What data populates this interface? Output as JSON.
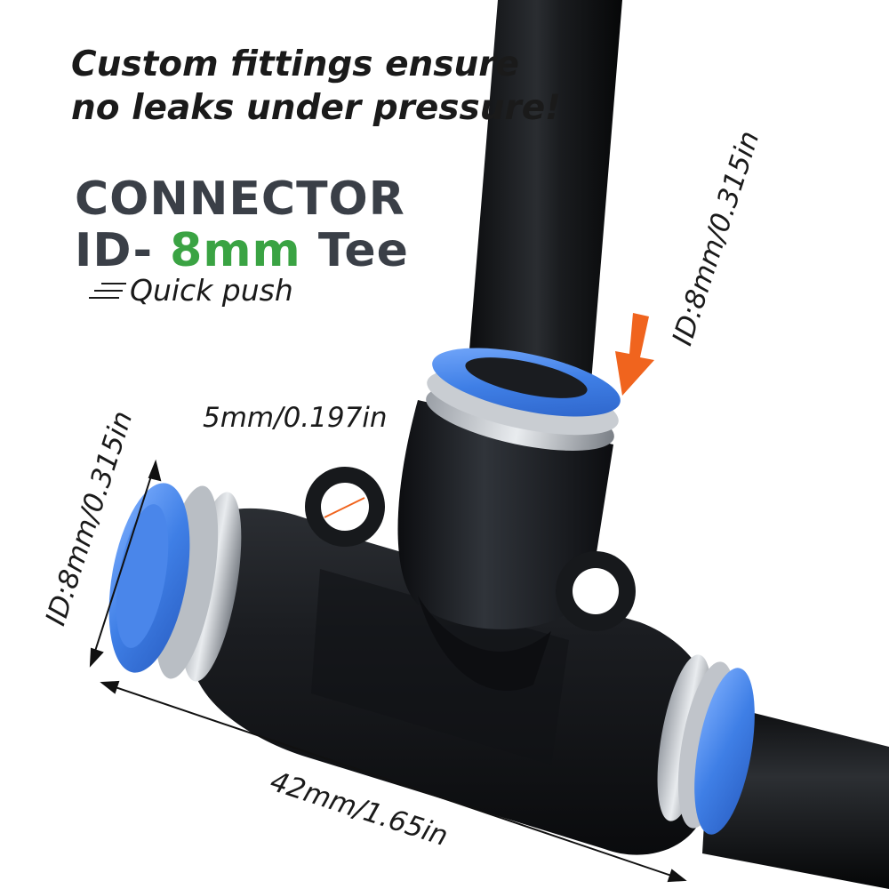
{
  "tagline": {
    "line1": "Custom fittings ensure",
    "line2": "no leaks under pressure!"
  },
  "title": {
    "line1": "CONNECTOR",
    "line2_prefix": "ID- ",
    "line2_size": "8mm",
    "line2_suffix": " Tee"
  },
  "feature": {
    "label": "Quick push",
    "icon": "speed-lines-icon"
  },
  "dimensions": {
    "top_port": "ID:8mm/0.315in",
    "left_port": "ID:8mm/0.315in",
    "mount_hole": "5mm/0.197in",
    "length": "42mm/1.65in"
  },
  "colors": {
    "title": "#3a3f47",
    "accent_green": "#3aa343",
    "collet_blue": "#3f7fe6",
    "arrow_orange": "#f0641e",
    "body_black": "#15171a"
  }
}
